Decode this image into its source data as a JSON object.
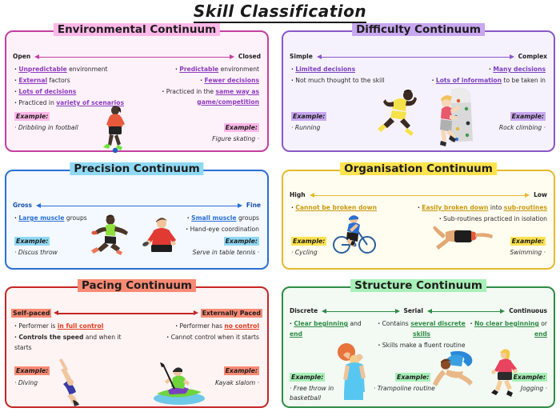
{
  "title": "Skill Classification",
  "panels": {
    "environmental": {
      "title": "Environmental Continuum",
      "left_pole": "Open",
      "right_pole": "Closed",
      "left_points": [
        "Unpredictable environment",
        "External factors",
        "Lots of decisions",
        "Practiced in variety of scenarios"
      ],
      "right_points": [
        "Predictable environment",
        "Fewer decisions",
        "Practiced in the same way as game/competition"
      ],
      "left_example_label": "Example:",
      "left_example": "Dribbling in football",
      "right_example_label": "Example:",
      "right_example": "Figure skating",
      "left_figure": "footballer-dribbling-figure",
      "right_figure": "figure-skater-figure",
      "accent": "#c43fa0"
    },
    "difficulty": {
      "title": "Difficulty Continuum",
      "left_pole": "Simple",
      "right_pole": "Complex",
      "left_points": [
        "Limited decisions",
        "Not much thought to the skill"
      ],
      "right_points": [
        "Many decisions",
        "Lots of information to be taken in"
      ],
      "left_example_label": "Example:",
      "left_example": "Running",
      "right_example_label": "Example:",
      "right_example": "Rock climbing",
      "left_figure": "sprinter-figure",
      "right_figure": "rock-climber-figure",
      "accent": "#8a58c9"
    },
    "precision": {
      "title": "Precision Continuum",
      "left_pole": "Gross",
      "right_pole": "Fine",
      "left_points": [
        "Large muscle groups"
      ],
      "right_points": [
        "Small muscle groups",
        "Hand-eye coordination"
      ],
      "left_example_label": "Example:",
      "left_example": "Discus throw",
      "right_example_label": "Example:",
      "right_example": "Serve in table tennis",
      "left_figure": "discus-thrower-figure",
      "right_figure": "table-tennis-player-figure",
      "accent": "#2a6fd6"
    },
    "organisation": {
      "title": "Organisation Continuum",
      "left_pole": "High",
      "right_pole": "Low",
      "left_points": [
        "Cannot be broken down"
      ],
      "right_points": [
        "Easily broken down into sub-routines",
        "Sub-routines practiced in isolation"
      ],
      "left_example_label": "Example:",
      "left_example": "Cycling",
      "right_example_label": "Example:",
      "right_example": "Swimming",
      "left_figure": "cyclist-figure",
      "right_figure": "swimmer-figure",
      "accent": "#e8b92e"
    },
    "pacing": {
      "title": "Pacing Continuum",
      "left_pole": "Self-paced",
      "right_pole": "Externally Paced",
      "left_points": [
        "Performer is in full control",
        "Controls the speed and when it starts"
      ],
      "right_points": [
        "Performer has no control",
        "Cannot control when it starts"
      ],
      "left_example_label": "Example:",
      "left_example": "Diving",
      "right_example_label": "Example:",
      "right_example": "Kayak slalom",
      "left_figure": "diver-figure",
      "right_figure": "kayaker-figure",
      "accent": "#c62626"
    },
    "structure": {
      "title": "Structure Continuum",
      "left_pole": "Discrete",
      "middle_pole": "Serial",
      "right_pole": "Continuous",
      "left_points": [
        "Clear beginning and end"
      ],
      "middle_points": [
        "Contains several discrete skills",
        "Skills make a fluent routine"
      ],
      "right_points": [
        "No clear beginning or end"
      ],
      "left_example_label": "Example:",
      "left_example": "Free throw in basketball",
      "middle_example_label": "Example:",
      "middle_example": "Trampoline routine",
      "right_example_label": "Example:",
      "right_example": "Jogging",
      "left_figure": "basketball-player-figure",
      "middle_figure": "trampoline-gymnast-figure",
      "right_figure": "jogger-figure",
      "accent": "#2e8b45"
    }
  }
}
